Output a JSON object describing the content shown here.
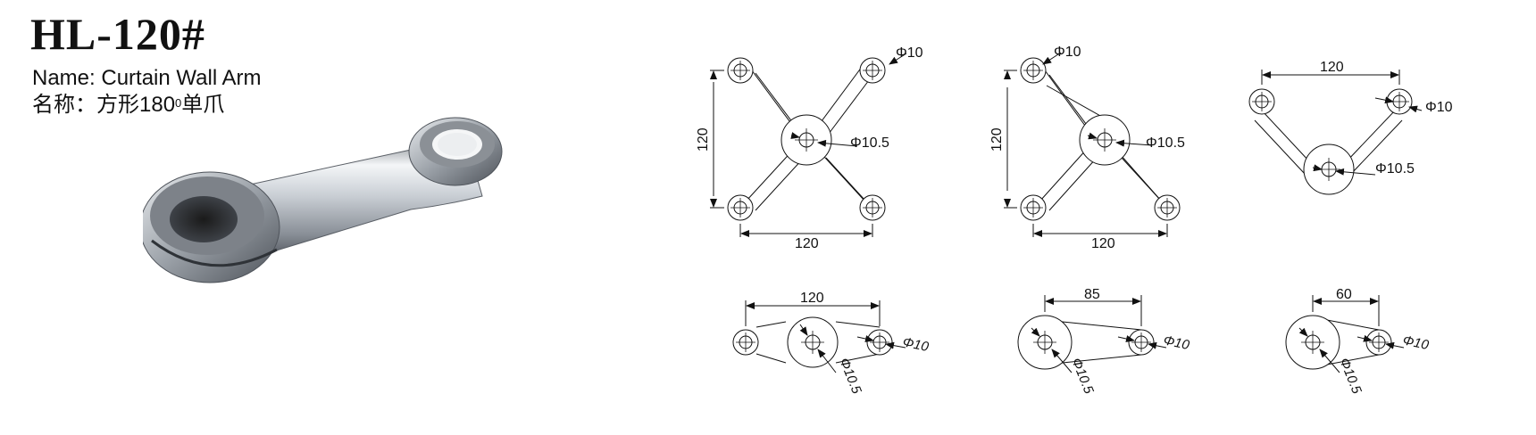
{
  "header": {
    "model": "HL-120#",
    "name_en": "Name: Curtain Wall Arm",
    "name_cn_prefix": "名称：方形180",
    "name_cn_degree": "0",
    "name_cn_suffix": "单爪"
  },
  "diagrams": {
    "d1": {
      "hole_small": "Φ10",
      "hole_center": "Φ10.5",
      "height": "120",
      "width": "120"
    },
    "d2": {
      "hole_small": "Φ10",
      "hole_center": "Φ10.5",
      "height": "120",
      "width": "120"
    },
    "d3": {
      "width": "120",
      "hole_small": "Φ10",
      "hole_center": "Φ10.5"
    },
    "d4": {
      "width": "120",
      "hole_small": "Φ10",
      "hole_center": "Φ10.5"
    },
    "d5": {
      "width": "85",
      "hole_small": "Φ10",
      "hole_center": "Φ10.5"
    },
    "d6": {
      "width": "60",
      "hole_small": "Φ10",
      "hole_center": "Φ10.5"
    }
  },
  "colors": {
    "ink": "#111111",
    "metal_light": "#f2f4f6",
    "metal_dark": "#6b7077"
  }
}
